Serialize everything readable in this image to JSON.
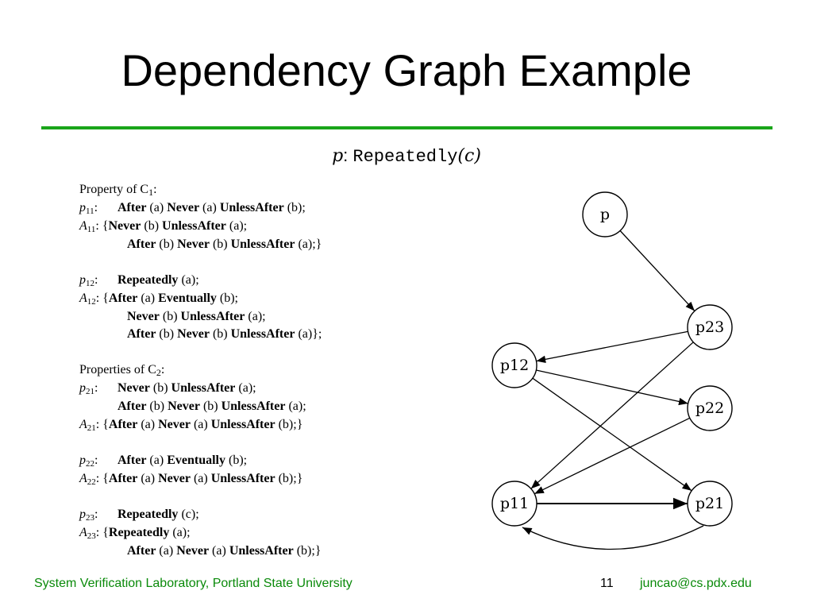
{
  "slide": {
    "title": "Dependency Graph Example",
    "formula": {
      "var": "p",
      "sep": ": ",
      "func": "Repeatedly",
      "open": "(",
      "arg": "c",
      "close": ")"
    }
  },
  "spec": {
    "c1_header": {
      "text": "Property of C",
      "sub": "1",
      "end": ":"
    },
    "p11_line": {
      "var": "p",
      "sub": "11",
      "colon": ":",
      "kw1": "After",
      "a1": " (a) ",
      "kw2": "Never",
      "a2": " (a) ",
      "kw3": "UnlessAfter",
      "a3": " (b);"
    },
    "a11_line1": {
      "var": "A",
      "sub": "11",
      "colon": ": {",
      "kw1": "Never",
      "a1": " (b) ",
      "kw2": "UnlessAfter",
      "a2": " (a);"
    },
    "a11_line2": {
      "kw1": "After",
      "a1": " (b) ",
      "kw2": "Never",
      "a2": " (b) ",
      "kw3": "UnlessAfter",
      "a3": " (a);}"
    },
    "p12_line": {
      "var": "p",
      "sub": "12",
      "colon": ":",
      "kw1": "Repeatedly",
      "a1": " (a);"
    },
    "a12_line1": {
      "var": "A",
      "sub": "12",
      "colon": ": {",
      "kw1": "After",
      "a1": " (a) ",
      "kw2": "Eventually",
      "a2": " (b);"
    },
    "a12_line2": {
      "kw1": "Never",
      "a1": " (b) ",
      "kw2": "UnlessAfter",
      "a2": " (a);"
    },
    "a12_line3": {
      "kw1": "After",
      "a1": " (b) ",
      "kw2": "Never",
      "a2": " (b) ",
      "kw3": "UnlessAfter",
      "a3": " (a)};"
    },
    "c2_header": {
      "text": "Properties of C",
      "sub": "2",
      "end": ":"
    },
    "p21_line1": {
      "var": "p",
      "sub": "21",
      "colon": ":",
      "kw1": "Never",
      "a1": " (b) ",
      "kw2": "UnlessAfter",
      "a2": " (a);"
    },
    "p21_line2": {
      "kw1": "After",
      "a1": " (b) ",
      "kw2": "Never",
      "a2": " (b) ",
      "kw3": "UnlessAfter",
      "a3": " (a);"
    },
    "a21_line": {
      "var": "A",
      "sub": "21",
      "colon": ": {",
      "kw1": "After",
      "a1": " (a) ",
      "kw2": "Never",
      "a2": " (a) ",
      "kw3": "UnlessAfter",
      "a3": " (b);}"
    },
    "p22_line": {
      "var": "p",
      "sub": "22",
      "colon": ":",
      "kw1": "After",
      "a1": " (a) ",
      "kw2": "Eventually",
      "a2": " (b);"
    },
    "a22_line": {
      "var": "A",
      "sub": "22",
      "colon": ": {",
      "kw1": "After",
      "a1": " (a) ",
      "kw2": "Never",
      "a2": " (a) ",
      "kw3": "UnlessAfter",
      "a3": " (b);}"
    },
    "p23_line": {
      "var": "p",
      "sub": "23",
      "colon": ":",
      "kw1": "Repeatedly",
      "a1": " (c);"
    },
    "a23_line1": {
      "var": "A",
      "sub": "23",
      "colon": ": {",
      "kw1": "Repeatedly",
      "a1": " (a);"
    },
    "a23_line2": {
      "kw1": "After",
      "a1": " (a) ",
      "kw2": "Never",
      "a2": " (a) ",
      "kw3": "UnlessAfter",
      "a3": " (b);}"
    }
  },
  "graph": {
    "nodes": [
      {
        "id": "p",
        "label": "p"
      },
      {
        "id": "p23",
        "label": "p23"
      },
      {
        "id": "p12",
        "label": "p12"
      },
      {
        "id": "p22",
        "label": "p22"
      },
      {
        "id": "p11",
        "label": "p11"
      },
      {
        "id": "p21",
        "label": "p21"
      }
    ],
    "edges": [
      {
        "from": "p",
        "to": "p23"
      },
      {
        "from": "p23",
        "to": "p12"
      },
      {
        "from": "p23",
        "to": "p11"
      },
      {
        "from": "p12",
        "to": "p22"
      },
      {
        "from": "p12",
        "to": "p21"
      },
      {
        "from": "p22",
        "to": "p11"
      },
      {
        "from": "p11",
        "to": "p21"
      },
      {
        "from": "p21",
        "to": "p11"
      }
    ]
  },
  "footer": {
    "org": "System Verification Laboratory, Portland State University",
    "page": "11",
    "email": "juncao@cs.pdx.edu"
  }
}
